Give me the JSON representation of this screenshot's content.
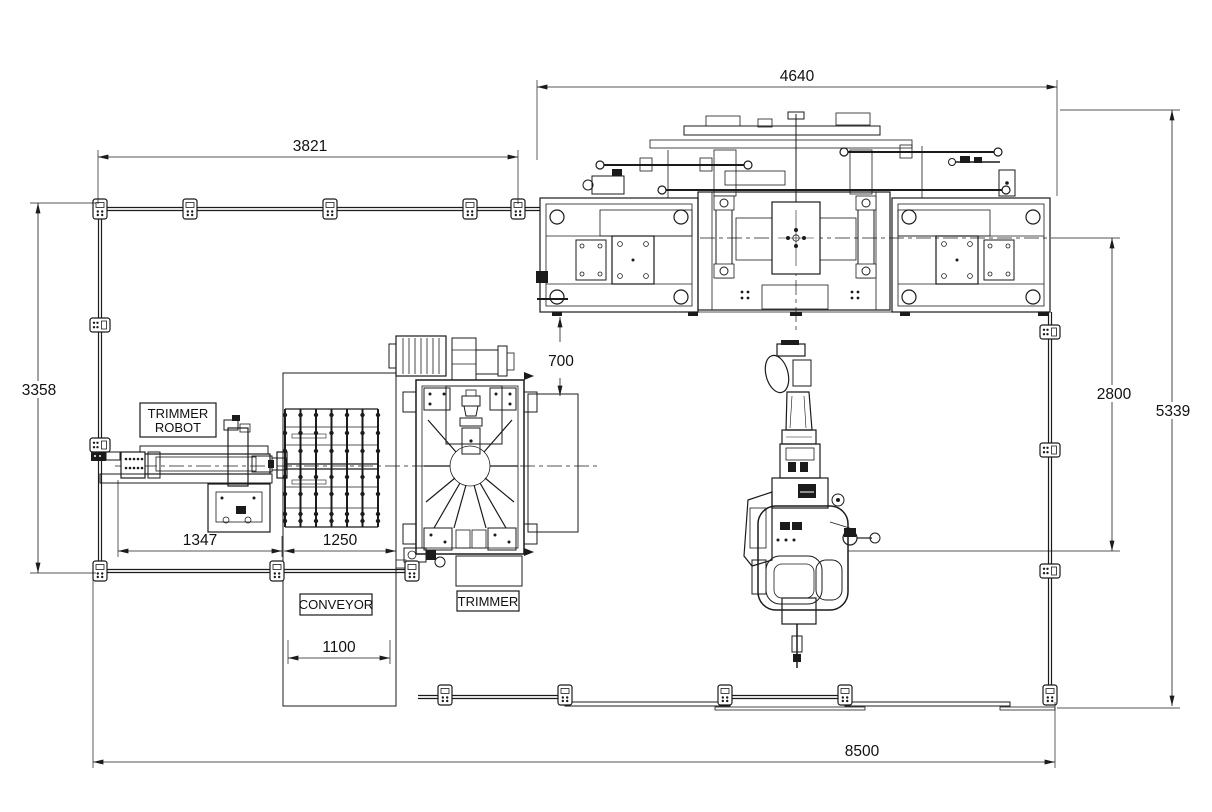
{
  "drawing": {
    "type": "robot-cell-floor-plan",
    "colors": {
      "line": "#1b1b1b",
      "background": "#ffffff"
    }
  },
  "dims": {
    "d4640": "4640",
    "d3821": "3821",
    "d3358": "3358",
    "d5339": "5339",
    "d2800": "2800",
    "d700": "700",
    "d1347": "1347",
    "d1250": "1250",
    "d1100": "1100",
    "d8500": "8500"
  },
  "labels": {
    "trimmer_robot_1": "TRIMMER",
    "trimmer_robot_2": "ROBOT",
    "conveyor": "CONVEYOR",
    "trimmer": "TRIMMER"
  }
}
